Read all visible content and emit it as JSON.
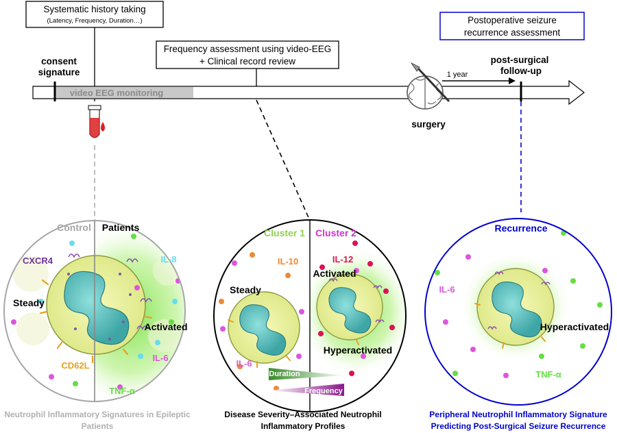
{
  "timeline": {
    "history_box": {
      "title": "Systematic history taking",
      "subtitle": "(Latency, Frequency, Duration…)"
    },
    "frequency_box": {
      "line1": "Frequency assessment using video-EEG",
      "line2": "+ Clinical record review"
    },
    "recurrence_box": {
      "line1": "Postoperative seizure",
      "line2": "recurrence assessment"
    },
    "consent": {
      "line1": "consent",
      "line2": "signature"
    },
    "video_eeg_label": "video EEG monitoring",
    "surgery_label": "surgery",
    "one_year_label": "1 year",
    "followup": {
      "line1": "post-surgical",
      "line2": "follow-up"
    }
  },
  "panels": {
    "left": {
      "control_label": "Control",
      "patients_label": "Patients",
      "markers": {
        "cxcr4": "CXCR4",
        "il8": "IL-8",
        "steady": "Steady",
        "activated": "Activated",
        "il6": "IL-6",
        "cd62l": "CD62L",
        "tnfa": "TNF-α"
      },
      "caption_line1": "Neutrophil Inflammatory Signatures in Epileptic",
      "caption_line2": "Patients"
    },
    "middle": {
      "cluster1_label": "Cluster 1",
      "cluster2_label": "Cluster 2",
      "markers": {
        "il10": "IL-10",
        "il12": "IL-12",
        "activated": "Activated",
        "steady": "Steady",
        "hyperactivated": "Hyperactivated",
        "il6": "IL-6"
      },
      "duration_label": "Duration",
      "frequency_label": "Frequency",
      "caption_line1": "Disease Severity–Associated Neutrophil",
      "caption_line2": "Inflammatory Profiles"
    },
    "right": {
      "recurrence_label": "Recurrence",
      "markers": {
        "il6": "IL-6",
        "hyperactivated": "Hyperactivated",
        "tnfa": "TNF-α"
      },
      "caption_line1": "Peripheral Neutrophil Inflammatory Signature",
      "caption_line2": "Predicting Post-Surgical Seizure Recurrence"
    }
  },
  "colors": {
    "control_gray": "#a6a6a6",
    "cluster1_green": "#92d050",
    "cluster2_magenta": "#cc33cc",
    "recurrence_blue": "#0000cc",
    "cxcr4_purple": "#7030a0",
    "il8_cyan": "#66ddee",
    "il6_pink": "#dd55dd",
    "cd62l_orange": "#e8a020",
    "tnfa_green": "#66dd44",
    "il10_orange": "#ee8833",
    "il12_red": "#dd1155"
  }
}
